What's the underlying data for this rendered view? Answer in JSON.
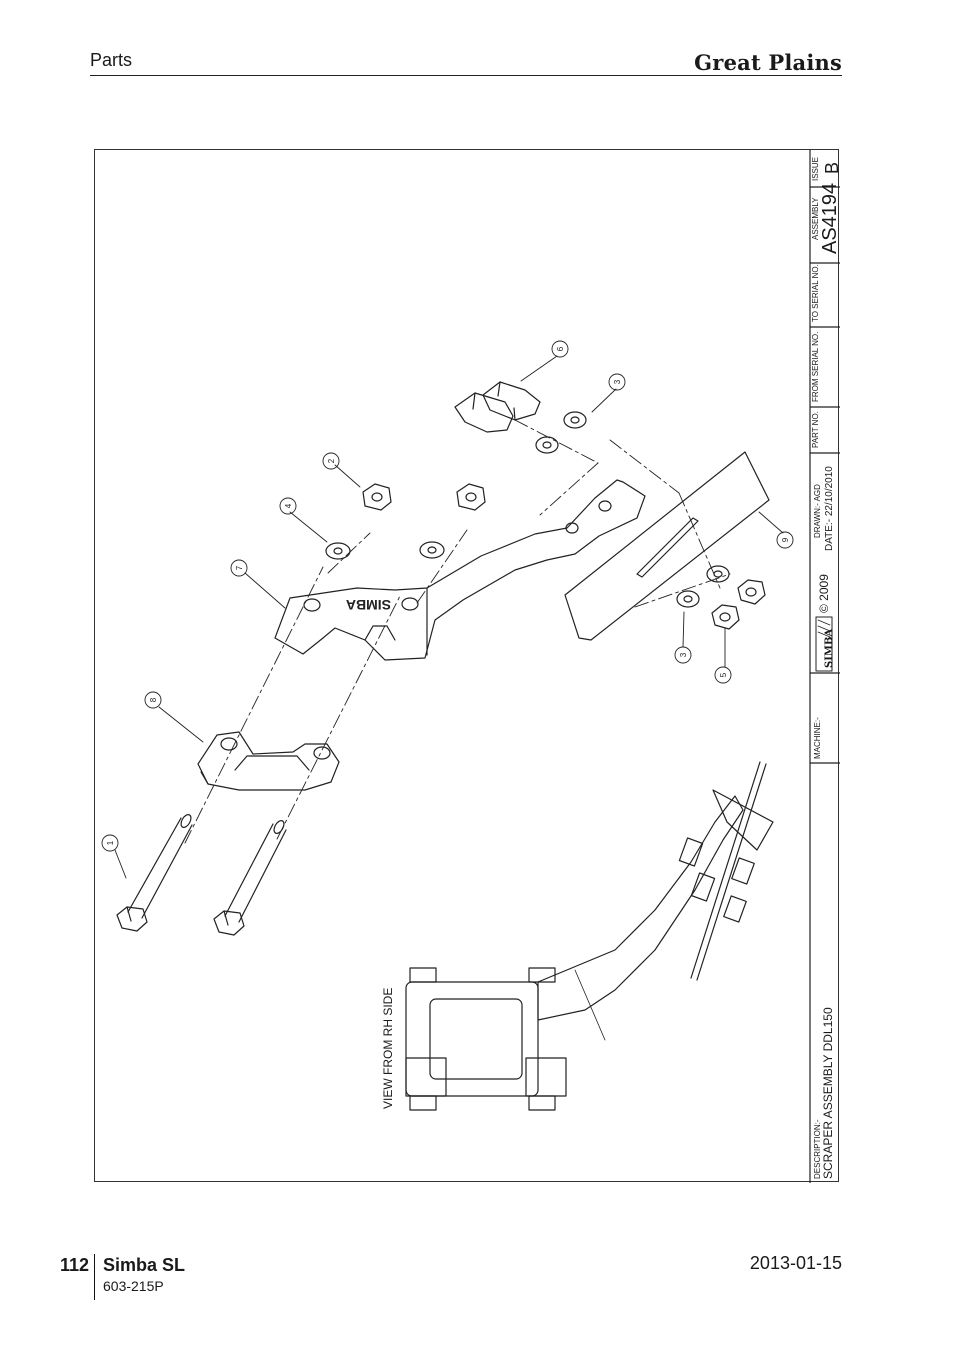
{
  "header": {
    "section": "Parts",
    "brand": "Great Plains"
  },
  "title_block": {
    "issue_label": "ISSUE",
    "issue": "B",
    "assembly_label": "ASSEMBLY",
    "assembly": "AS4194",
    "to_serial_label": "TO SERIAL NO.",
    "from_serial_label": "FROM SERIAL NO.",
    "part_no_label": "PART NO.",
    "drawn": "DRAWN:-  AGD",
    "date": "DATE:-  22/10/2010",
    "copyright": "© 2009",
    "logo": "SIMBA",
    "machine_label": "MACHINE:-",
    "description_label": "DESCRIPTION:-",
    "description": "SCRAPER ASSEMBLY DDL150"
  },
  "drawing": {
    "view_label": "VIEW FROM RH SIDE",
    "bracket_text": "SIMBA",
    "callouts": [
      "1",
      "2",
      "3",
      "3",
      "4",
      "5",
      "6",
      "7",
      "8",
      "9"
    ]
  },
  "footer": {
    "page_number": "112",
    "model": "Simba SL",
    "doc_number": "603-215P",
    "date": "2013-01-15"
  }
}
